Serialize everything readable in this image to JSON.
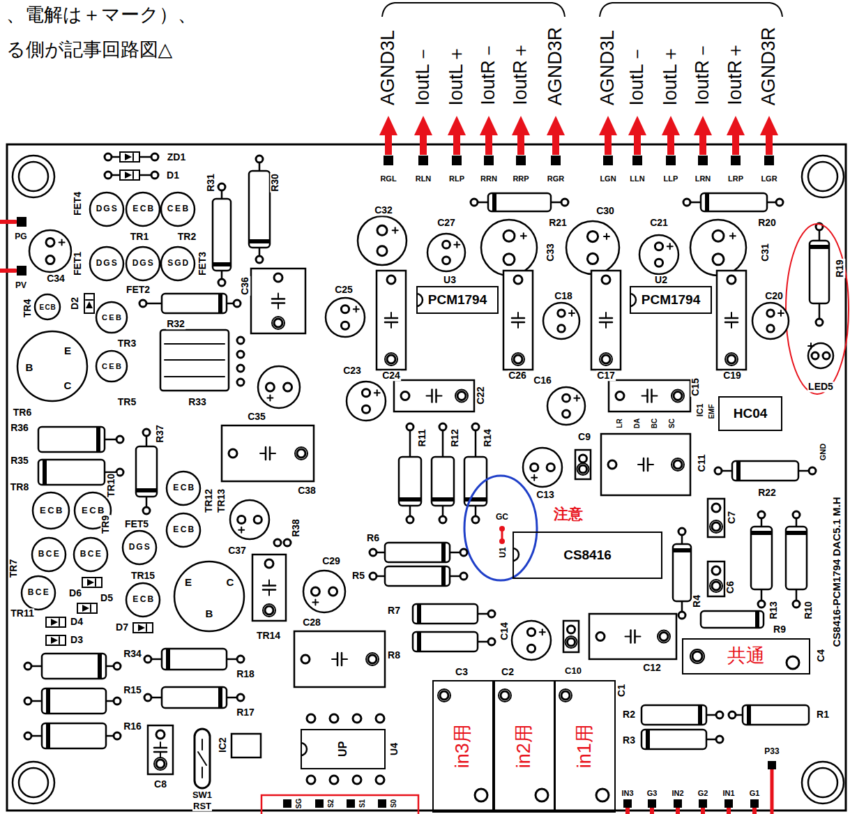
{
  "diagram": {
    "nodes": [
      {
        "text": [
          "PCM1794"
        ]
      },
      {
        "text": [
          "PCM1794"
        ]
      },
      {
        "text": [
          "HC04"
        ]
      },
      {
        "text": [
          "CS8416"
        ]
      },
      {
        "text": [
          "共通"
        ]
      },
      {
        "text": [
          "UP"
        ]
      },
      {
        "text": [
          "in3用"
        ]
      },
      {
        "text": [
          "in2用"
        ]
      },
      {
        "text": [
          "in1用"
        ]
      }
    ],
    "labels": [
      "、電解は＋マーク）、",
      "る側が記事回路図△",
      "AGND3L",
      "IoutL－",
      "IoutL＋",
      "IoutR－",
      "IoutR＋",
      "AGND3R",
      "AGND3L",
      "IoutL－",
      "IoutL＋",
      "IoutR－",
      "IoutR＋",
      "AGND3R",
      "RGL",
      "RLN",
      "RLP",
      "RRN",
      "RRP",
      "RGR",
      "LGN",
      "LLN",
      "LLP",
      "LRN",
      "LRP",
      "LGR",
      "PG",
      "PV",
      "ZD1",
      "D1",
      "FET4",
      "TR1",
      "TR2",
      "R31",
      "R30",
      "C34",
      "FET1",
      "FET2",
      "FET3",
      "C36",
      "TR4",
      "D2",
      "R32",
      "TR3",
      "TR5",
      "TR6",
      "R33",
      "C35",
      "R36",
      "R35",
      "R37",
      "C38",
      "TR8",
      "TR10",
      "TR9",
      "FET5",
      "TR12",
      "TR13",
      "C37",
      "R38",
      "C29",
      "TR7",
      "TR15",
      "D6",
      "D5",
      "D4",
      "D3",
      "D7",
      "TR11",
      "TR14",
      "C28",
      "R34",
      "R18",
      "R15",
      "R17",
      "R16",
      "C8",
      "SW1",
      "RST",
      "IC2",
      "U4",
      "C32",
      "C27",
      "R21",
      "C33",
      "C30",
      "C21",
      "R20",
      "C31",
      "R19",
      "LED5",
      "C25",
      "C24",
      "U3",
      "C26",
      "C18",
      "C17",
      "U2",
      "C19",
      "C20",
      "C23",
      "C22",
      "C16",
      "C15",
      "R11",
      "R12",
      "R14",
      "C9",
      "C13",
      "C11",
      "IC1",
      "EMF",
      "R22",
      "GND",
      "R6",
      "R5",
      "R4",
      "C7",
      "C6",
      "R13",
      "R10",
      "C14",
      "R7",
      "R8",
      "C10",
      "C12",
      "R9",
      "C4",
      "C3",
      "C2",
      "C1",
      "R2",
      "R3",
      "R1",
      "P33",
      "IN3",
      "G3",
      "IN2",
      "G2",
      "IN1",
      "G1",
      "SG",
      "S2",
      "S1",
      "S0",
      "GC",
      "U1",
      "注意",
      "LR",
      "DA",
      "BC",
      "SC",
      "CS8416-PCM1794 DAC5.1 M.H",
      "E",
      "B",
      "C",
      "E",
      "B",
      "C",
      "D",
      "G",
      "S",
      "E",
      "C",
      "B",
      "C",
      "E",
      "B",
      "D",
      "G",
      "S",
      "D",
      "G",
      "S",
      "S",
      "G",
      "D",
      "E",
      "C",
      "B",
      "C",
      "E",
      "B",
      "C",
      "E",
      "B",
      "E",
      "C",
      "B",
      "E",
      "C",
      "B",
      "E",
      "C",
      "B",
      "E",
      "C",
      "B",
      "D",
      "G",
      "S",
      "B",
      "C",
      "E",
      "B",
      "C",
      "E",
      "B",
      "C",
      "E",
      "E",
      "C",
      "B"
    ]
  }
}
